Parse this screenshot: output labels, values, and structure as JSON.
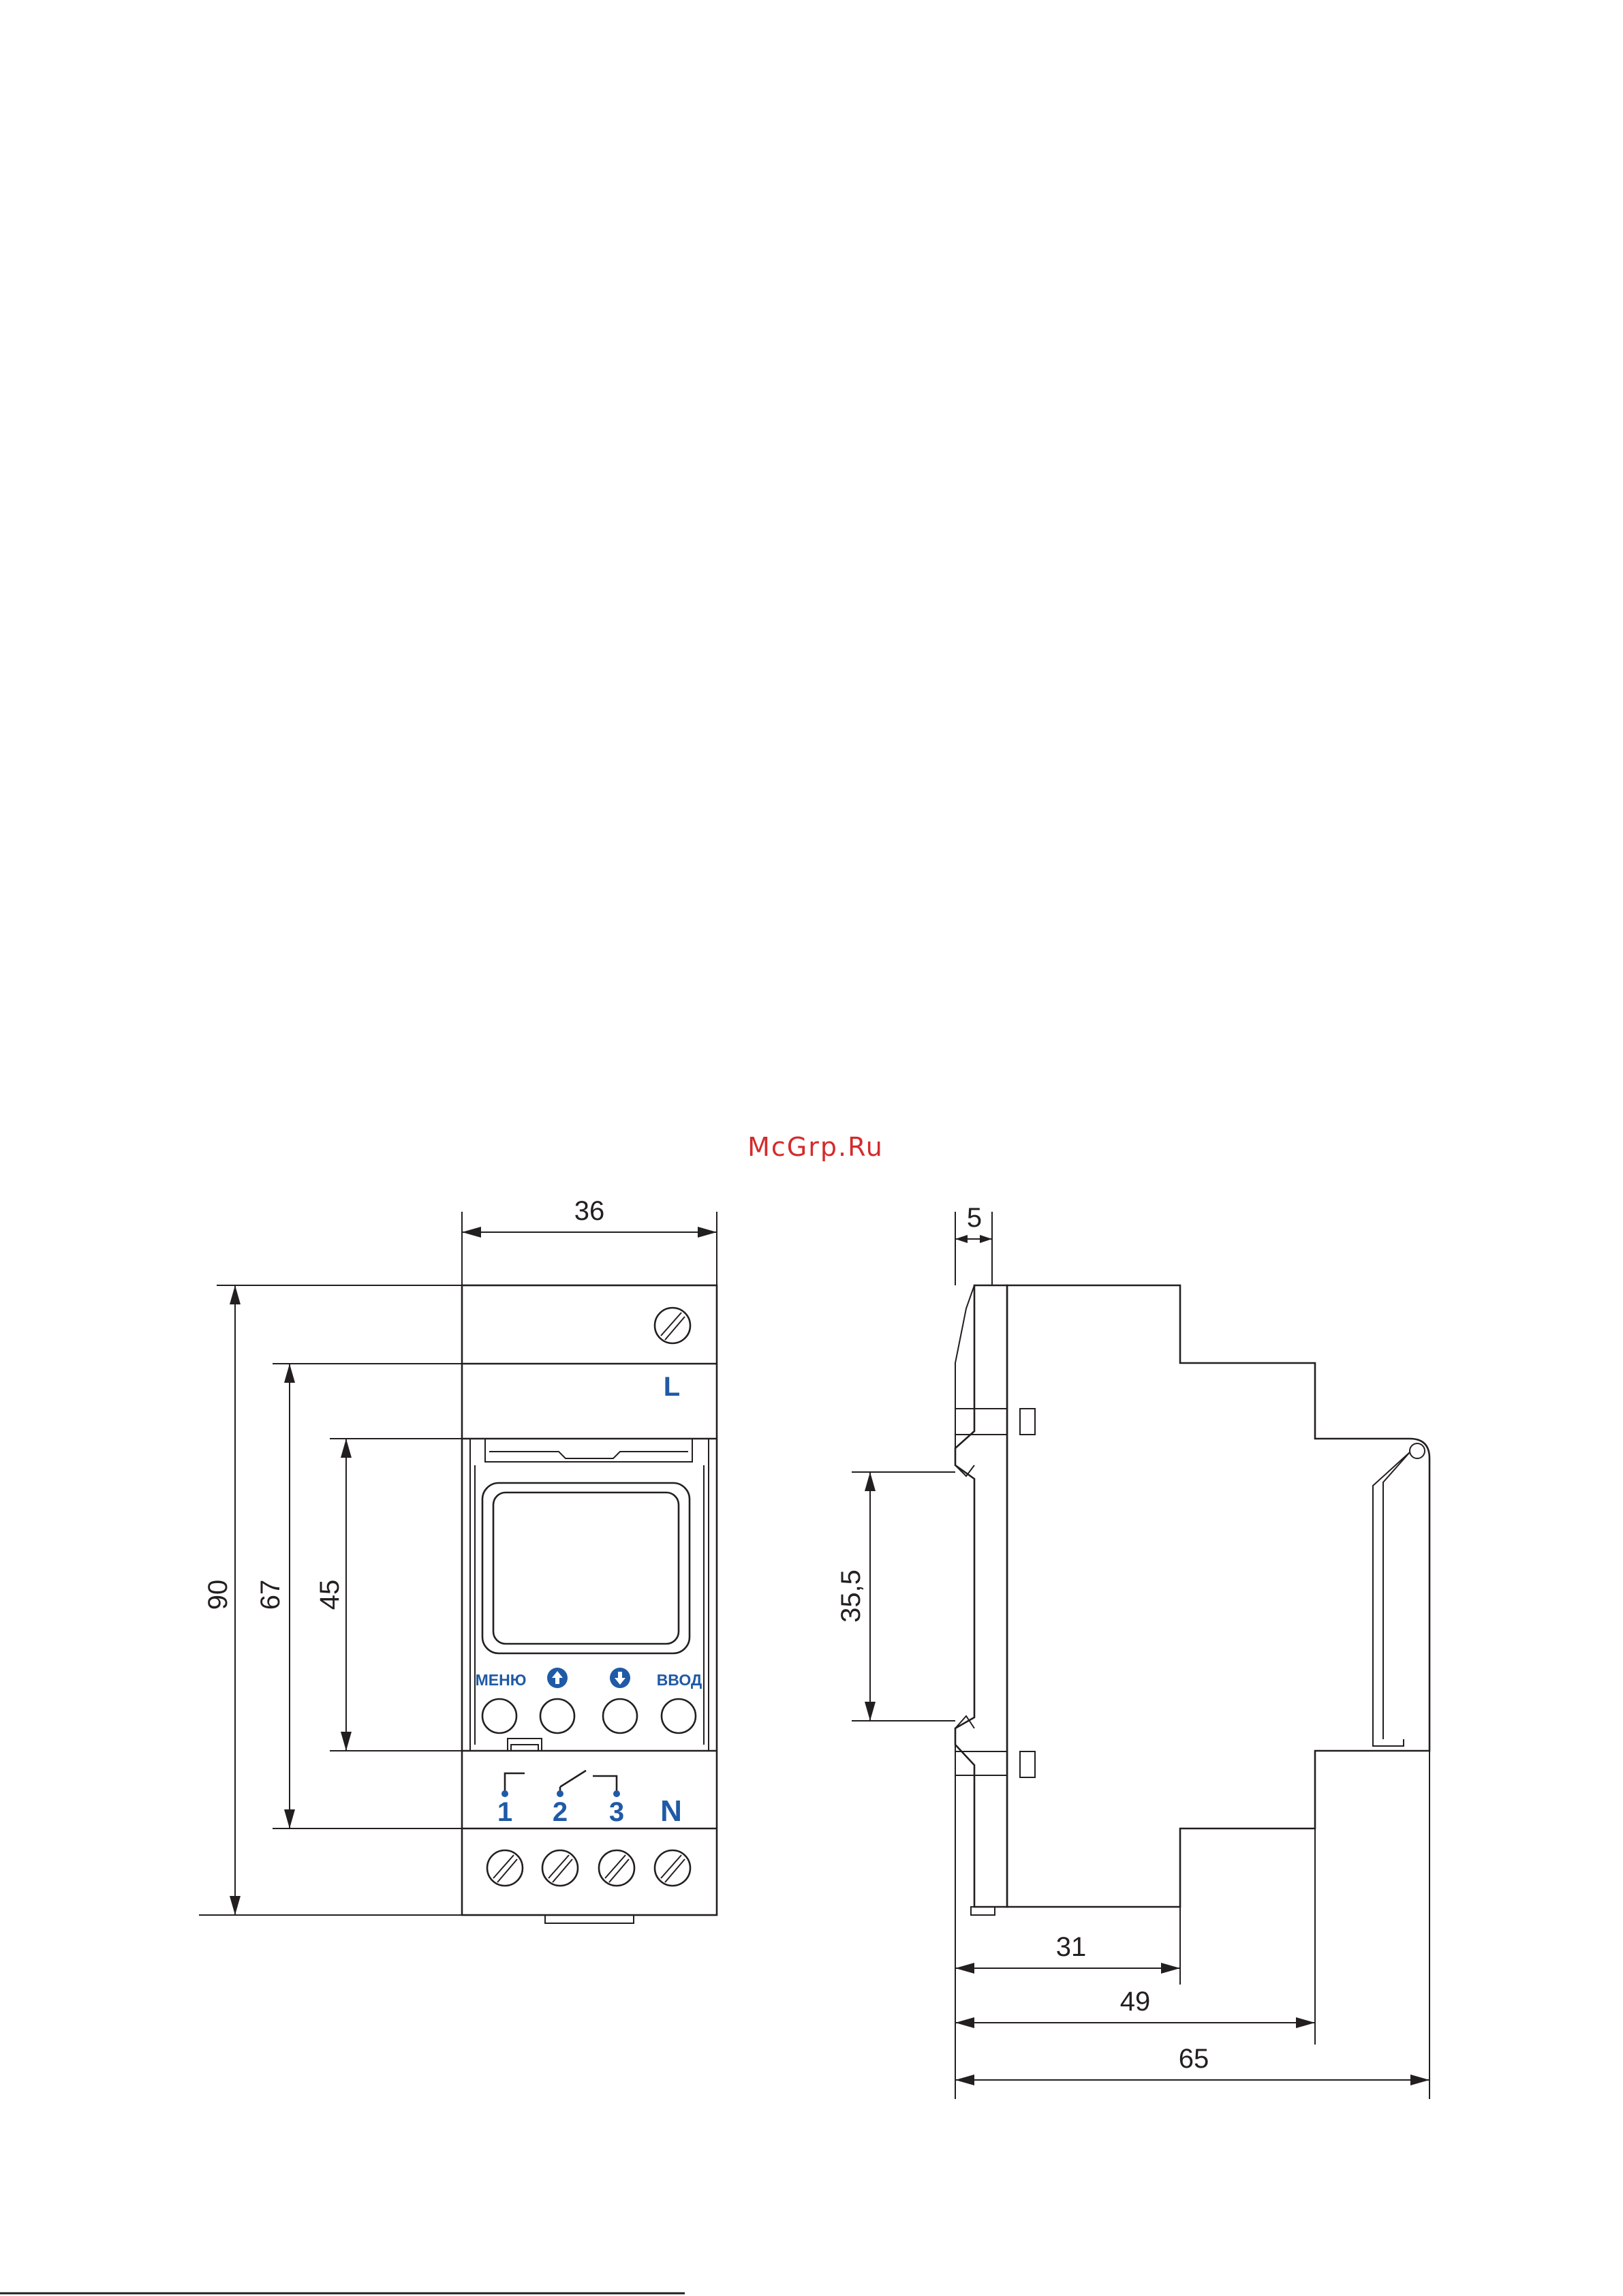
{
  "watermark": "McGrp.Ru",
  "front_view": {
    "dimensions": {
      "width": "36",
      "height_total": "90",
      "height_67": "67",
      "height_45": "45"
    },
    "terminal_top_label": "L",
    "buttons": {
      "menu_label": "МЕНЮ",
      "enter_label": "ВВОД",
      "up_icon": "arrow-up-icon",
      "down_icon": "arrow-down-icon"
    },
    "bottom_terminals": [
      "1",
      "2",
      "3"
    ],
    "neutral_label": "N"
  },
  "side_view": {
    "dimensions": {
      "front_depth": "5",
      "rail": "35,5",
      "depth_31": "31",
      "depth_49": "49",
      "depth_65": "65"
    }
  },
  "colors": {
    "line": "#231f20",
    "label_blue": "#1f5aa6",
    "watermark_red": "#d42b2b"
  }
}
